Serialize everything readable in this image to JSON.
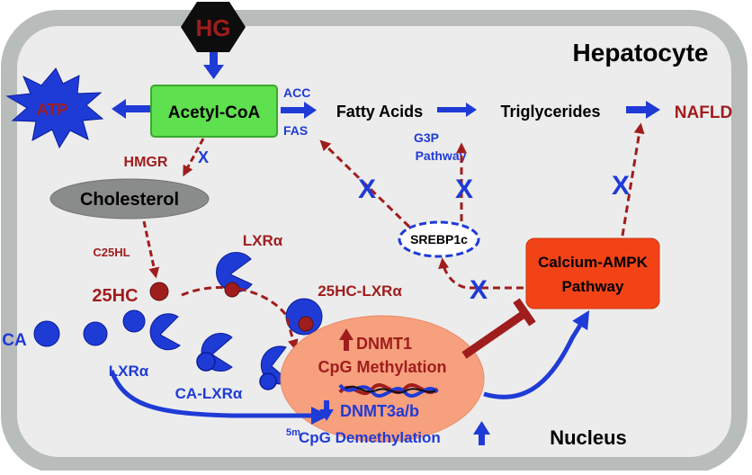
{
  "title": "Hepatocyte",
  "nucleus": "Nucleus",
  "hg": "HG",
  "atp": "ATP",
  "acetyl_coa": "Acetyl-CoA",
  "acc": "ACC",
  "fas": "FAS",
  "fatty_acids": "Fatty Acids",
  "triglycerides": "Triglycerides",
  "nafld": "NAFLD",
  "g3p_line1": "G3P",
  "g3p_line2": "Pathway",
  "hmgr": "HMGR",
  "cholesterol": "Cholesterol",
  "c25hl": "C25HL",
  "hc25": "25HC",
  "lxr_alpha_top": "LXRα",
  "hc25_lxr": "25HC-LXRα",
  "ca": "CA",
  "lxr_alpha_bottom": "LXRα",
  "ca_lxr": "CA-LXRα",
  "srebp": "SREBP1c",
  "ampk_line1": "Calcium-AMPK",
  "ampk_line2": "Pathway",
  "dnmt1": "DNMT1",
  "cpg_methylation": "CpG Methylation",
  "dnmt3": "DNMT3a/b",
  "demeth_sup": "5m",
  "demeth": "CpG Demethylation",
  "inhibit_mark": "X",
  "colors": {
    "cell_border": "#b8bcbb",
    "cell_fill": "#ececec",
    "dark_red": "#a01d1d",
    "blue": "#1f3bd6",
    "green": "#5fe04e",
    "ampk": "#f24317",
    "nucleus": "#f7a07e"
  }
}
